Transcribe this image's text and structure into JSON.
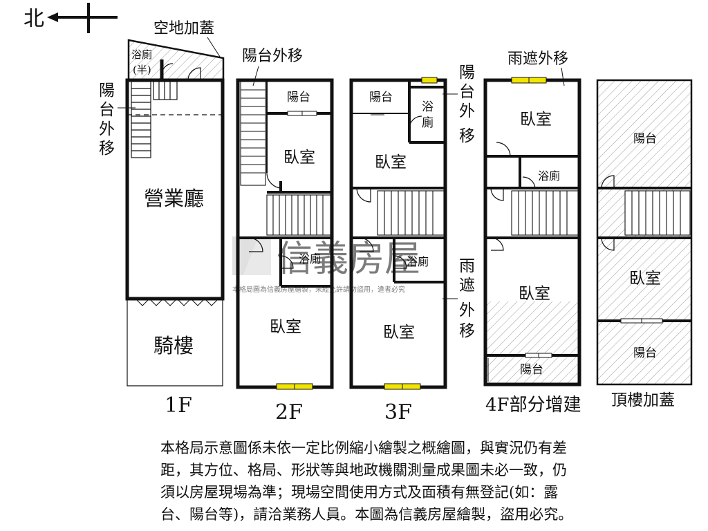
{
  "compass": {
    "label": "北"
  },
  "floor1": {
    "annex": "空地加蓋",
    "bath": "浴廁",
    "bath_half": "(半)",
    "balcony_moved": [
      "陽",
      "台",
      "外",
      "移"
    ],
    "hall": "營業廳",
    "arcade": "騎樓",
    "title": "1F"
  },
  "floor2": {
    "balcony_moved": "陽台外移",
    "balcony": "陽台",
    "bedroom_top": "臥室",
    "bath": "浴廁",
    "bedroom_bottom": "臥室",
    "title": "2F"
  },
  "floor3": {
    "balcony": "陽台",
    "bath_top": [
      "浴",
      "廁"
    ],
    "balcony_moved": [
      "陽",
      "台",
      "外",
      "移"
    ],
    "bedroom_top": "臥室",
    "bath": "浴廁",
    "bedroom_bottom": "臥室",
    "canopy_moved": [
      "雨",
      "遮",
      "外",
      "移"
    ],
    "title": "3F"
  },
  "floor4": {
    "canopy_moved": "雨遮外移",
    "bedroom_top": "臥室",
    "bath": "浴廁",
    "bedroom_bottom": "臥室",
    "balcony": "陽台",
    "title": "4F部分增建"
  },
  "roof": {
    "balcony_top": "陽台",
    "bedroom": "臥室",
    "balcony_bottom": "陽台",
    "title": "頂樓加蓋"
  },
  "watermark": {
    "brand": "信義房屋",
    "notice": "本格局圖為信義房屋繪製，未經允許請勿盜用，違者必究"
  },
  "disclaimer": [
    "本格局示意圖係未依一定比例縮小繪製之概繪圖，與實況仍有差",
    "距，其方位、格局、形狀等與地政機關測量成果圖未必一致，仍",
    "須以房屋現場為準；現場空間使用方式及面積有無登記(如：露",
    "台、陽台等)，請洽業務人員。本圖為信義房屋繪製，盜用必究。"
  ],
  "colors": {
    "wall": "#111111",
    "window": "#f2e600",
    "hatch": "#999999",
    "watermark": "#c8c8c8"
  }
}
